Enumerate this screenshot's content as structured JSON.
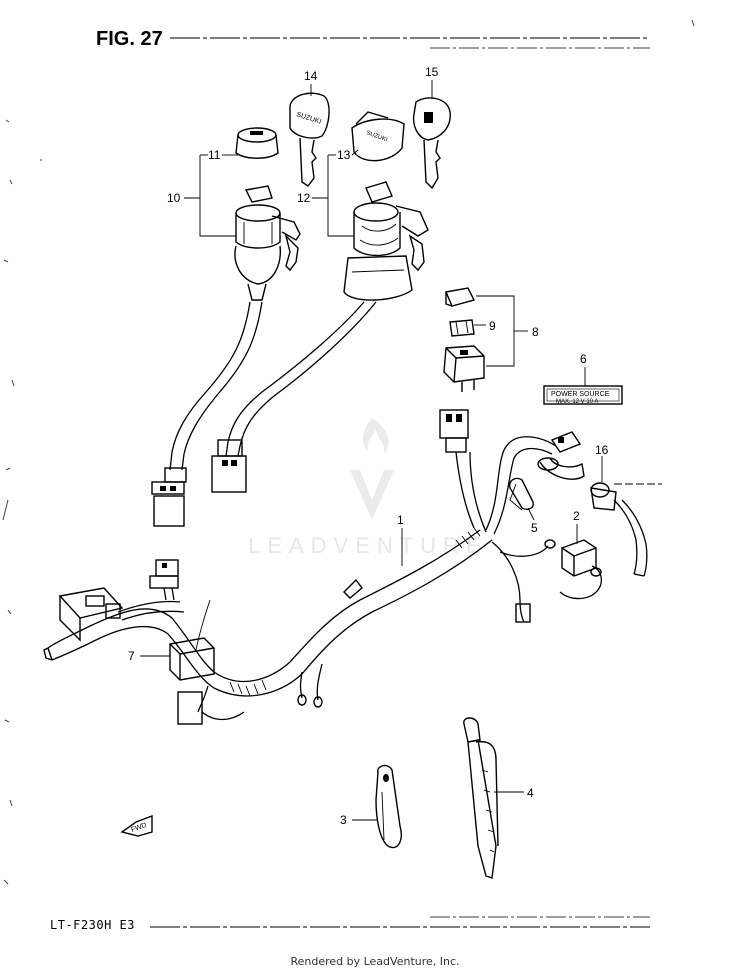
{
  "figure": {
    "title": "FIG. 27",
    "model": "LT-F230H E3"
  },
  "footer": "Rendered by LeadVenture, Inc.",
  "watermark": "LEADVENTURE",
  "power_label": {
    "line1": "POWER SOURCE",
    "line2": "MAX. 12 V 10 A"
  },
  "key_stamp": "SUZUKI",
  "fwd_mark": "FWD",
  "callouts": [
    {
      "id": "1",
      "text": "1"
    },
    {
      "id": "2",
      "text": "2"
    },
    {
      "id": "3",
      "text": "3"
    },
    {
      "id": "4",
      "text": "4"
    },
    {
      "id": "5",
      "text": "5"
    },
    {
      "id": "6",
      "text": "6"
    },
    {
      "id": "7",
      "text": "7"
    },
    {
      "id": "8",
      "text": "8"
    },
    {
      "id": "9",
      "text": "9"
    },
    {
      "id": "10",
      "text": "10"
    },
    {
      "id": "11",
      "text": "11"
    },
    {
      "id": "12",
      "text": "12"
    },
    {
      "id": "13",
      "text": "13"
    },
    {
      "id": "14",
      "text": "14"
    },
    {
      "id": "15",
      "text": "15"
    },
    {
      "id": "16",
      "text": "16"
    }
  ]
}
